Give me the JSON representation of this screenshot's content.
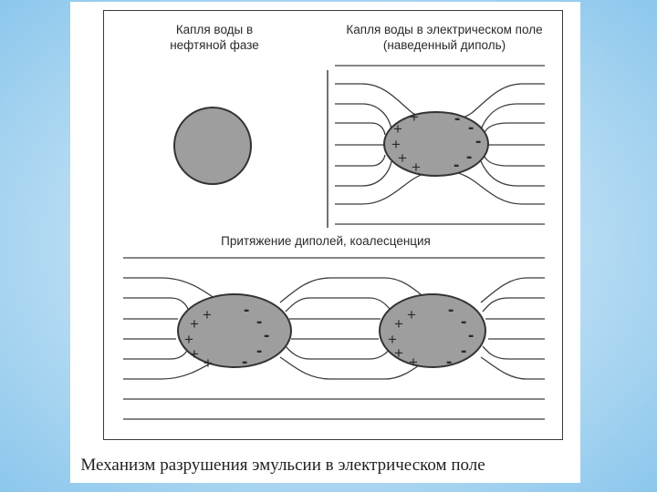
{
  "labels": {
    "drop_oil_line1": "Капля воды в",
    "drop_oil_line2": "нефтяной фазе",
    "drop_field_line1": "Капля воды в электрическом поле",
    "drop_field_line2": "(наведенный диполь)",
    "attraction": "Притяжение диполей, коалесценция"
  },
  "caption": "Механизм разрушения эмульсии в электрическом поле",
  "symbols": {
    "plus": "+",
    "minus": "-"
  },
  "colors": {
    "drop_fill": "#9e9e9e",
    "line": "#3c3c3c",
    "background": "#a9d6f2"
  }
}
